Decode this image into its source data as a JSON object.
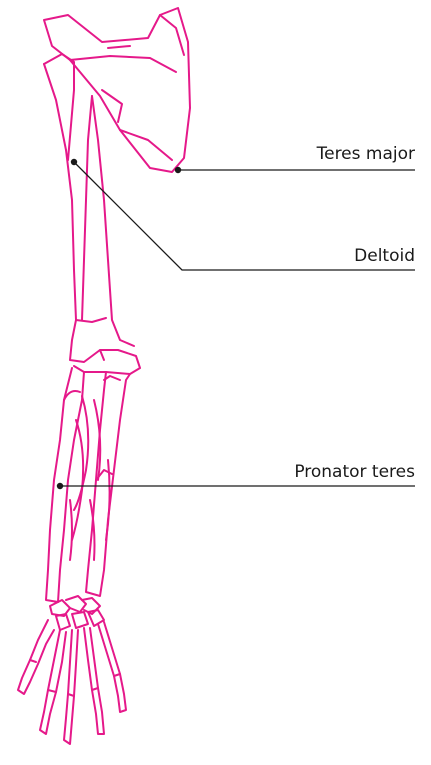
{
  "labels": {
    "teres_major": "Teres major",
    "deltoid": "Deltoid",
    "pronator_teres": "Pronator teres"
  },
  "colors": {
    "bone_outline": "#e5198a",
    "leader_line": "#1a1a1a"
  }
}
